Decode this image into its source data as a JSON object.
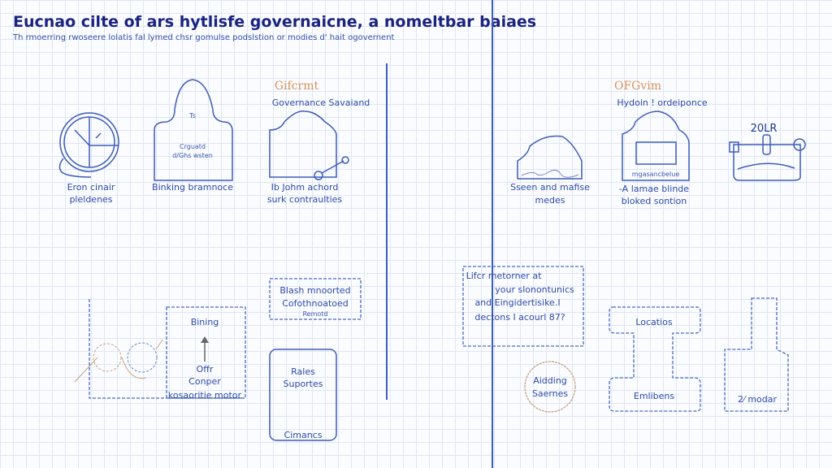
{
  "header": {
    "title": "Eucnao cilte of ars hytlisfe governaicne, a nomeltbar baiaes",
    "subtitle": "Th rmoerring rwoseere lolatis fal lymed chsr gomulse podslstion or modies d' hait ogovernent"
  },
  "left_panel": {
    "section_tag": "Gifcrmt",
    "section_title": "Governance Savaiand",
    "clock_label": [
      "Eron cinair",
      "pleldenes"
    ],
    "arch1_top": "Ts",
    "arch1_inner": [
      "Crguatd",
      "d/Ghs wsten"
    ],
    "arch1_label": "Binking bramnoce",
    "arch2_label": [
      "Ib Johm achord",
      "surk contraulties"
    ],
    "box_note": [
      "Blash mnoorted",
      "Cofothnoatoed",
      "Remotd"
    ],
    "flow_top": "Bining",
    "flow_bottom": [
      "Offr",
      "Conper",
      "kosaoritie motor"
    ],
    "rounded_box": [
      "Rales",
      "Suportes",
      "Cimancs"
    ]
  },
  "right_panel": {
    "section_tag": "OFGvim",
    "section_title": "Hydoin ! ordeiponce",
    "arch3_label": [
      "Sseen and mafise",
      "medes"
    ],
    "arch4_inner": "mgasancbelue",
    "arch4_label": [
      "-A lamae blinde",
      "bloked sontion"
    ],
    "device_label": "20LR",
    "note_box": [
      "Lifcr metorner at",
      "your slonontunics",
      "and Eingidertisike.I",
      "dectons I acourl 87?"
    ],
    "circle": [
      "Aidding",
      "Saernes"
    ],
    "i_shape": [
      "Locatios",
      "Emlibens"
    ],
    "tall_shape": "2⁄ modar"
  },
  "colors": {
    "ink": "#2b4aa8",
    "title": "#1a237e",
    "accent": "#d9925a"
  }
}
